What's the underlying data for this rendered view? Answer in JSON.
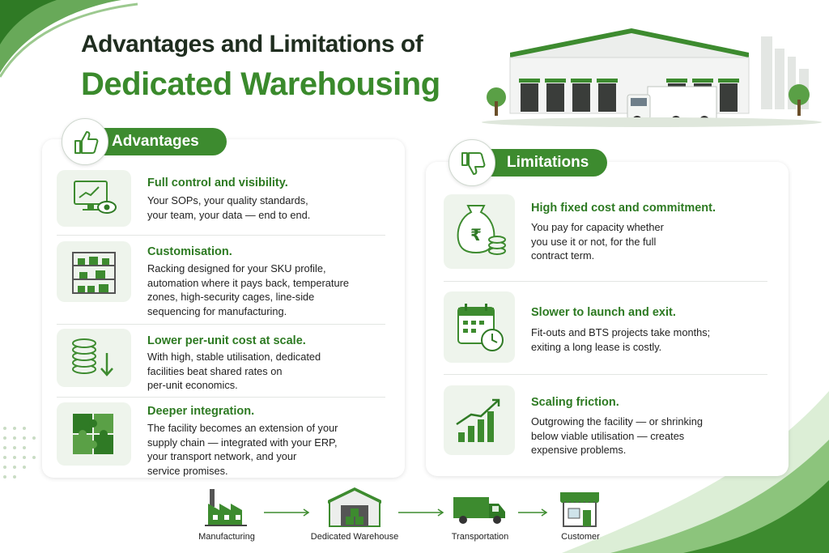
{
  "title": {
    "line1": "Advantages and Limitations of",
    "line2": "Dedicated Warehousing"
  },
  "advantages": {
    "heading": "Advantages",
    "icon": "thumbs-up-icon",
    "items": [
      {
        "title": "Full control and visibility.",
        "text": "Your SOPs, your quality standards,\nyour team, your data — end to end.",
        "icon": "monitor-eye-icon"
      },
      {
        "title": "Customisation.",
        "text": "Racking designed for your SKU profile,\nautomation where it pays back, temperature\nzones, high-security cages, line-side\nsequencing for manufacturing.",
        "icon": "shelving-icon"
      },
      {
        "title": "Lower per-unit cost at scale.",
        "text": "With high, stable utilisation, dedicated\nfacilities beat shared rates on\nper-unit economics.",
        "icon": "coin-stack-down-icon"
      },
      {
        "title": "Deeper integration.",
        "text": "The facility becomes an extension of your\nsupply chain — integrated with your ERP,\nyour transport network, and your\nservice promises.",
        "icon": "puzzle-icon"
      }
    ]
  },
  "limitations": {
    "heading": "Limitations",
    "icon": "thumbs-down-icon",
    "items": [
      {
        "title": "High fixed cost and commitment.",
        "text": "You pay for capacity whether\nyou use it or not, for the full\ncontract term.",
        "icon": "money-bag-rupee-icon"
      },
      {
        "title": "Slower to launch and exit.",
        "text": "Fit-outs and BTS projects take months;\nexiting a long lease is costly.",
        "icon": "calendar-clock-icon"
      },
      {
        "title": "Scaling friction.",
        "text": "Outgrowing the facility — or shrinking\nbelow viable utilisation — creates\nexpensive problems.",
        "icon": "growth-chart-icon"
      }
    ]
  },
  "flow": [
    {
      "label": "Manufacturing",
      "icon": "factory-icon"
    },
    {
      "label": "Dedicated Warehouse",
      "icon": "warehouse-icon"
    },
    {
      "label": "Transportation",
      "icon": "truck-icon"
    },
    {
      "label": "Customer",
      "icon": "store-icon"
    }
  ],
  "colors": {
    "accent": "#3d8b2f",
    "title_dark": "#1f2d1f",
    "title_green": "#3a8a2c",
    "icon_bg": "#eef4ec"
  }
}
